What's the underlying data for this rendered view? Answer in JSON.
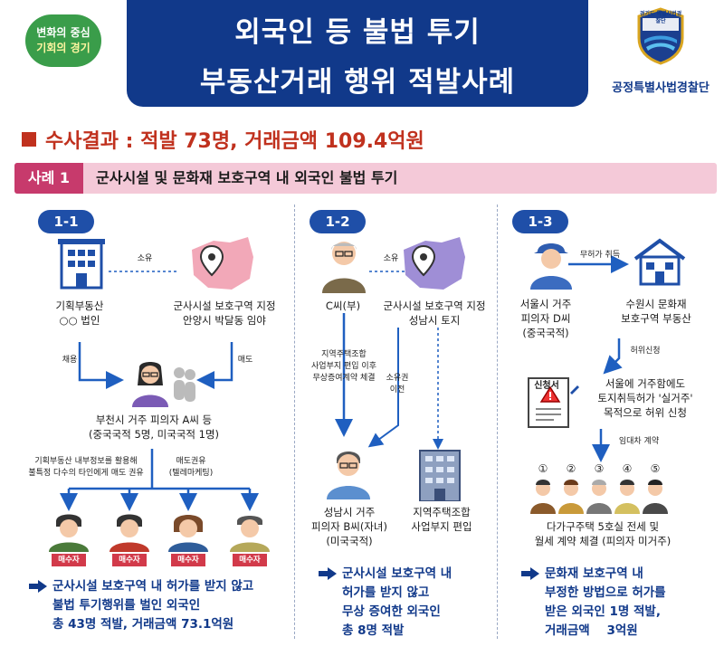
{
  "header": {
    "slogan_line1": "변화의 중심",
    "slogan_line2": "기회의 경기",
    "title_line1": "외국인 등 불법 투기",
    "title_line2": "부동산거래 행위 적발사례",
    "emblem_text": "경기도 특별사법경찰단",
    "org_name": "공정특별사법경찰단"
  },
  "result": "수사결과 : 적발 73명, 거래금액 109.4억원",
  "case": {
    "tag": "사례 1",
    "title": "군사시설 및 문화재 보호구역 내 외국인 불법 투기"
  },
  "col1": {
    "badge": "1-1",
    "owner_label": "소유",
    "company_line1": "기획부동산",
    "company_line2": "○○ 법인",
    "land_line1": "군사시설 보호구역 지정",
    "land_line2": "안양시 박달동 임야",
    "hire_label": "채용",
    "sale_label": "매도",
    "suspect_line1": "부천시 거주 피의자 A씨 등",
    "suspect_line2": "(중국국적 5명, 미국국적 1명)",
    "note_left_line1": "기획부동산 내부정보를 활용해",
    "note_left_line2": "불특정 다수의 타인에게 매도 권유",
    "note_right_line1": "매도권유",
    "note_right_line2": "(텔레마케팅)",
    "buyer_tag": "매수자",
    "summary_line1": "군사시설 보호구역 내 허가를 받지 않고",
    "summary_line2": "불법 투기행위를 벌인 외국인",
    "summary_line3": "총 43명 적발, 거래금액 73.1억원"
  },
  "col2": {
    "badge": "1-2",
    "owner_label": "소유",
    "father_label": "C씨(부)",
    "land_line1": "군사시설 보호구역 지정",
    "land_line2": "성남시 토지",
    "note_line1": "지역주택조합",
    "note_line2": "사업부지 편입 이후",
    "note_line3": "무상증여계약 체결",
    "transfer_line1": "소유권",
    "transfer_line2": "이전",
    "child_line1": "성남시 거주",
    "child_line2": "피의자 B씨(자녀)",
    "child_line3": "(미국국적)",
    "building_line1": "지역주택조합",
    "building_line2": "사업부지 편입",
    "summary_line1": "군사시설 보호구역 내",
    "summary_line2": "허가를 받지 않고",
    "summary_line3": "무상 증여한 외국인",
    "summary_line4": "총 8명 적발"
  },
  "col3": {
    "badge": "1-3",
    "permit_label": "무허가 취득",
    "person_line1": "서울시 거주",
    "person_line2": "피의자 D씨",
    "person_line3": "(중국국적)",
    "house_line1": "수원시 문화재",
    "house_line2": "보호구역 부동산",
    "false_apply": "허위신청",
    "form_label": "신청서",
    "note_line1": "서울에 거주함에도",
    "note_line2": "토지취득허가 '실거주'",
    "note_line3": "목적으로 허위 신청",
    "lease_label": "임대차 계약",
    "nums": [
      "①",
      "②",
      "③",
      "④",
      "⑤"
    ],
    "tenant_line1": "다가구주택 5호실 전세 및",
    "tenant_line2": "월세 계약 체결 (피의자 미거주)",
    "summary_line1": "문화재 보호구역 내",
    "summary_line2": "부정한 방법으로 허가를",
    "summary_line3": "받은 외국인 1명 적발,",
    "summary_line4": "거래금액    3억원"
  },
  "colors": {
    "navy": "#11398a",
    "accent_red": "#c0311e",
    "case_pink": "#f4c9d8",
    "case_tag": "#c73a6c",
    "badge_blue": "#1f4fa8",
    "arrow_blue": "#1f5fc0"
  },
  "icons": [
    "building-icon",
    "land-pin-icon",
    "woman-suspect-icon",
    "group-icon",
    "buyer-icon",
    "old-man-icon",
    "man-glasses-icon",
    "apartment-icon",
    "worker-icon",
    "house-icon",
    "form-icon",
    "tenant-icon",
    "arrow-right-icon"
  ]
}
